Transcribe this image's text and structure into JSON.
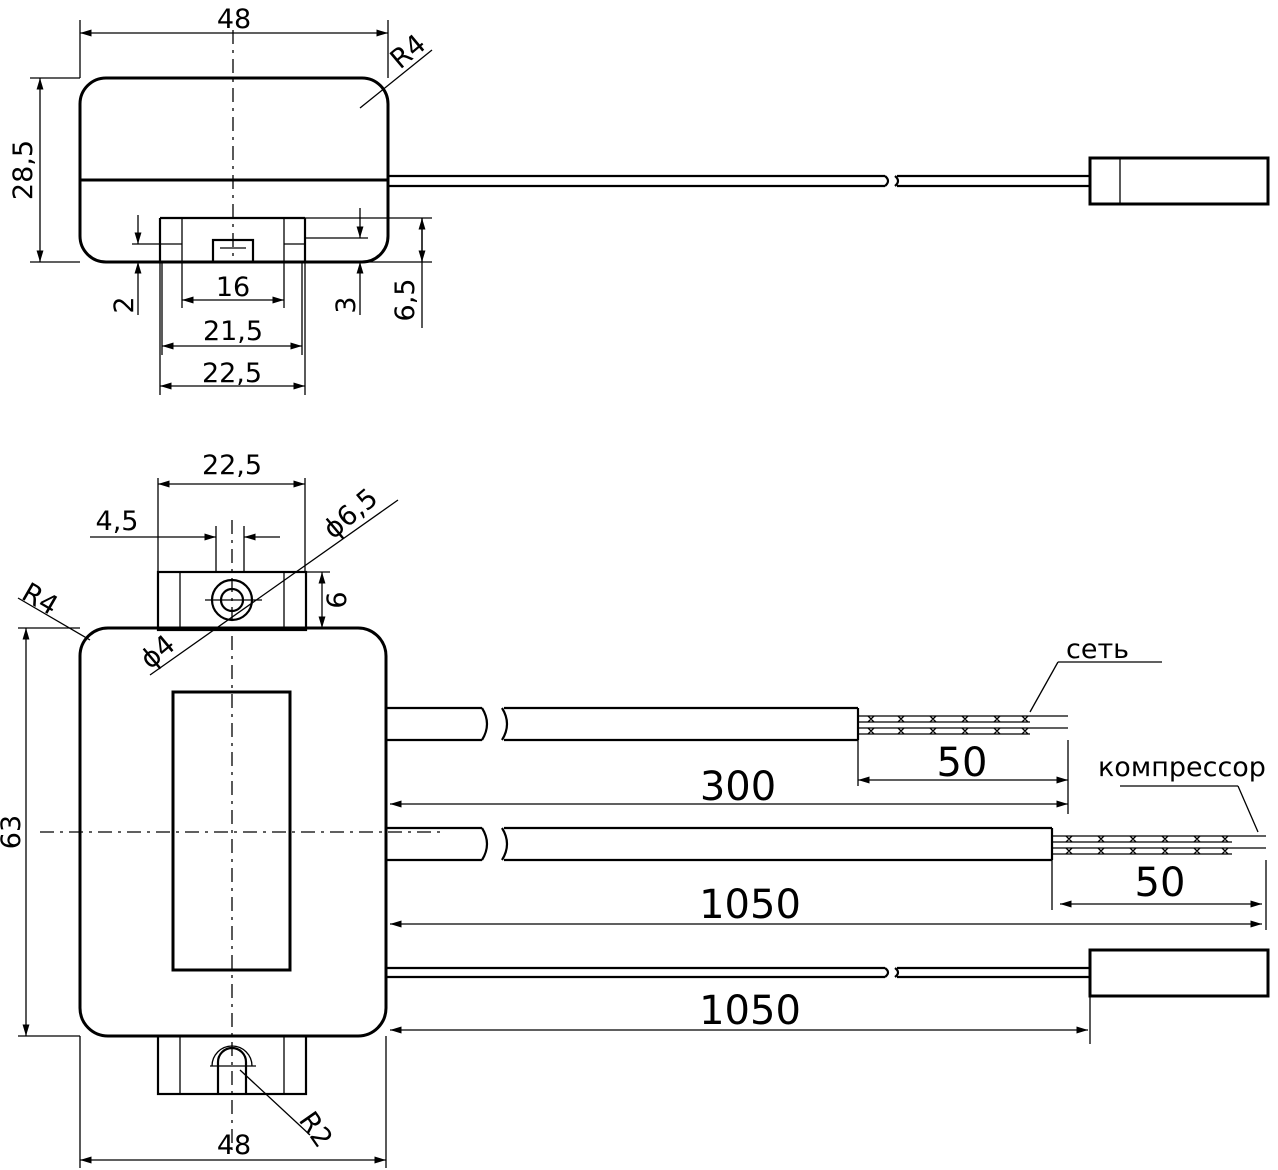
{
  "top_view": {
    "width_48": "48",
    "radius_r4": "R4",
    "height_28_5": "28,5",
    "dim_2": "2",
    "dim_16": "16",
    "dim_3": "3",
    "dim_6_5": "6,5",
    "dim_21_5": "21,5",
    "dim_22_5": "22,5"
  },
  "front_view": {
    "dim_22_5": "22,5",
    "dim_4_5": "4,5",
    "dim_phi6_5": "ϕ6,5",
    "dim_6": "6",
    "radius_r4": "R4",
    "dim_phi4": "ϕ4",
    "height_63": "63",
    "radius_r2": "R2",
    "width_48": "48"
  },
  "wires": {
    "label_set": "сеть",
    "label_compressor": "компрессор",
    "len_300": "300",
    "strip_50_a": "50",
    "len_1050_a": "1050",
    "strip_50_b": "50",
    "len_1050_b": "1050"
  }
}
